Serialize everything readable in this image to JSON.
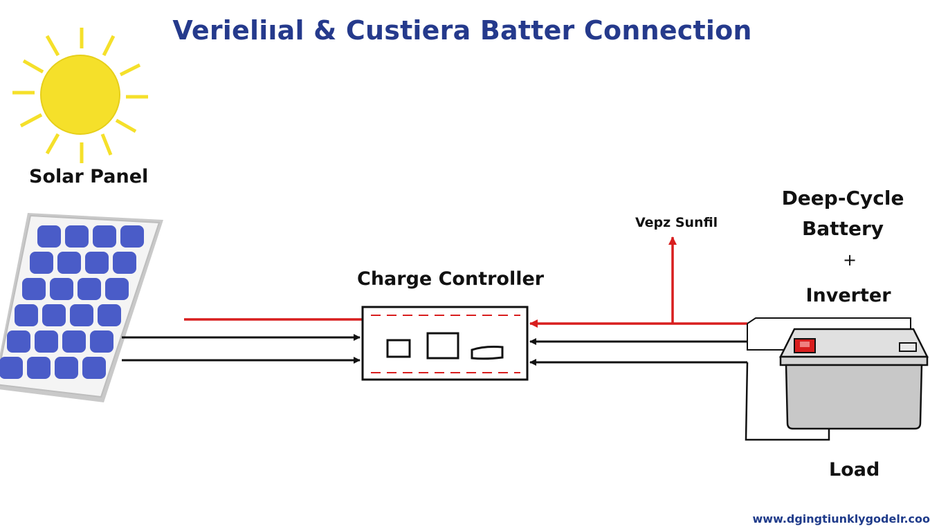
{
  "title": "Verieliıal & Custiera Batter Connection",
  "labels": {
    "solar_panel": "Solar Panel",
    "charge_controller": "Charge Controller",
    "sunfil": "Vepz Sunfil",
    "battery_line1": "Deep-Cycle",
    "battery_line2": "Battery",
    "plus": "+",
    "inverter": "Inverter",
    "load": "Load"
  },
  "footer": "www.dgingtiunklygodelr.coo",
  "colors": {
    "title": "#253a8c",
    "sun": "#f5e02a",
    "panel_cells": "#4a5cc8",
    "positive_wire": "#d81e1e",
    "negative_wire": "#111111",
    "battery_body": "#c8c8c8",
    "battery_terminal": "#d81e1e"
  },
  "icons": [
    "sun-icon",
    "solar-panel-icon",
    "charge-controller-icon",
    "battery-icon"
  ]
}
